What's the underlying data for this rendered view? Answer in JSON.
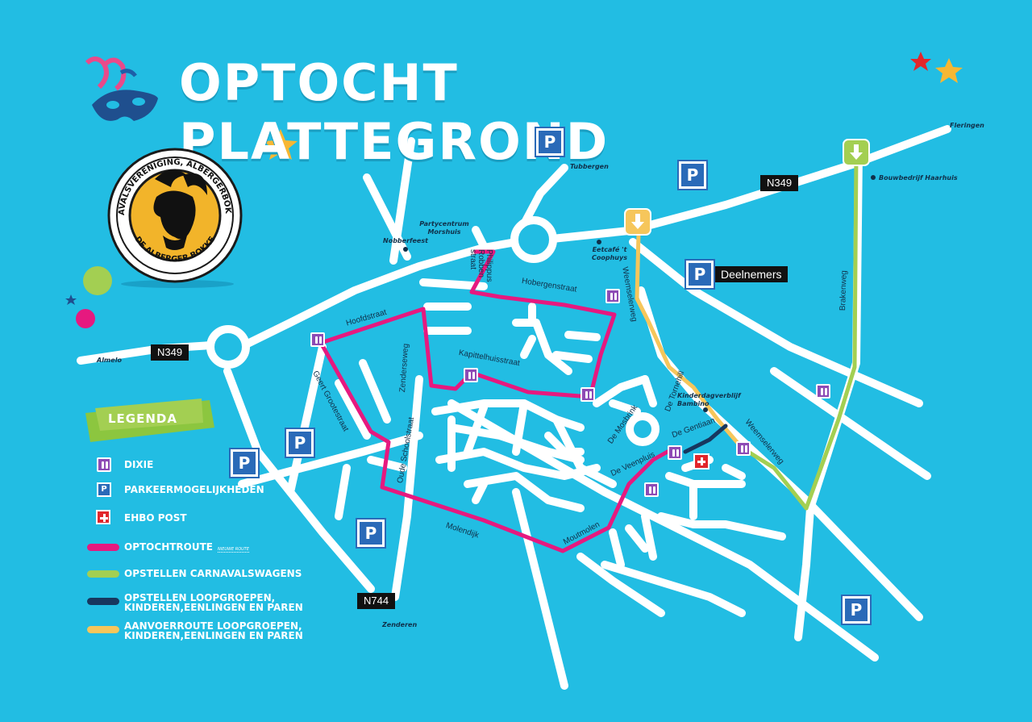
{
  "title": "OPTOCHT PLATTEGROND",
  "logo": {
    "ring_text_top": "CARNAVALSVERENIGING, ALBERGERBOKKE.NL",
    "ring_text_bottom": "DE ALBERGER BOKKE"
  },
  "road_tags": {
    "n349_east": "N349",
    "n349_west": "N349",
    "n744": "N744",
    "deelnemers": "Deelnemers"
  },
  "places": {
    "fleringen": "Fleringen",
    "tubbergen": "Tubbergen",
    "bouwbedrijf": "Bouwbedrijf Haarhuis",
    "partycentrum": "Partycentrum Morshuis",
    "nobberfeest": "Nobberfeest",
    "eetcafe": "Eetcafé 't Coophuys",
    "almelo": "Almelo",
    "kinderdagverblijf": "Kinderdagverblijf Bambino",
    "zenderen": "Zenderen"
  },
  "streets": {
    "philippus": "Philippus Robben straat",
    "hobergen": "Hobergenstraat",
    "hoofdstraat": "Hoofdstraat",
    "zenderseweg": "Zenderseweg",
    "kapittelhuis": "Kapittelhuisstraat",
    "weemselerweg_n": "Weemselerweg",
    "weemselerweg_s": "Weemselerweg",
    "tornehill": "De Tornehill",
    "mosbrink": "De Mosbrink",
    "gentiaan": "De Gentiaan",
    "veenpluis": "De Veenpluis",
    "brakenweg": "Brakenweg",
    "geert": "Geert Grootestraat",
    "oude_school": "Oude Schoolstraat",
    "molendijk": "Molendijk",
    "moutmolen": "Moutmolen"
  },
  "legend": {
    "banner": "LEGENDA",
    "items": [
      {
        "label": "DIXIE",
        "icon": "dixie-icon"
      },
      {
        "label": "PARKEERMOGELIJKHEDEN",
        "icon": "parking-icon"
      },
      {
        "label": "EHBO POST",
        "icon": "first-aid-icon"
      },
      {
        "label": "OPTOCHTROUTE",
        "note": "NIEUWE ROUTE",
        "color": "#e6197f"
      },
      {
        "label": "OPSTELLEN CARNAVALSWAGENS",
        "color": "#a3cf52"
      },
      {
        "label": "OPSTELLEN LOOPGROEPEN, KINDEREN,EENLINGEN EN PAREN",
        "color": "#17375e"
      },
      {
        "label": "AANVOERROUTE LOOPGROEPEN, KINDEREN,EENLINGEN EN PAREN",
        "color": "#f6c65b"
      }
    ]
  },
  "parking_label": "P",
  "colors": {
    "background": "#22bde3",
    "road": "#ffffff",
    "route": "#e6197f",
    "wagens": "#a3cf52",
    "loopgroepen": "#17375e",
    "aanvoer": "#f6c65b",
    "parking": "#2a6ab8",
    "dixie": "#8e4bb5",
    "ehbo": "#e2262b"
  }
}
